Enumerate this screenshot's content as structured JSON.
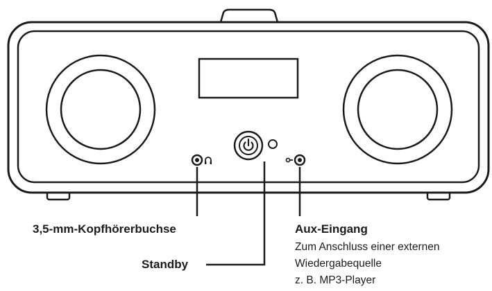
{
  "labels": {
    "headphone_jack": "3,5-mm-Kopfhörerbuchse",
    "aux_title": "Aux-Eingang",
    "aux_desc_1": "Zum Anschluss einer externen",
    "aux_desc_2": "Wiedergabequelle",
    "aux_desc_3": "z. B. MP3-Player",
    "standby": "Standby"
  },
  "icons": {
    "headphone": "headphone-icon",
    "aux": "aux-input-icon",
    "power": "power-icon"
  },
  "colors": {
    "line": "#1a1a1a",
    "background": "#ffffff"
  }
}
